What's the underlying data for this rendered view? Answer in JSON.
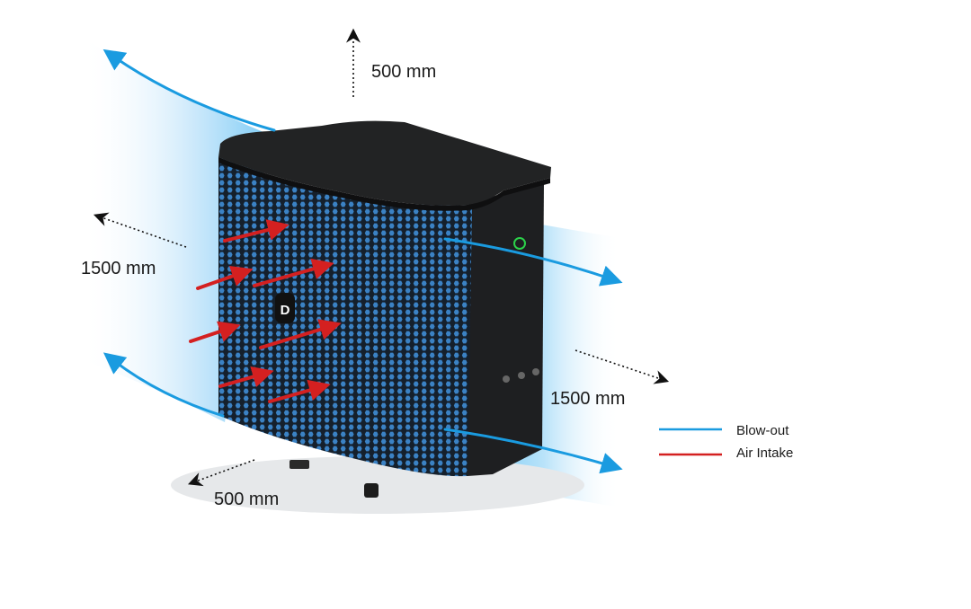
{
  "clearances": {
    "top": "500 mm",
    "left": "1500 mm",
    "right": "1500 mm",
    "bottom": "500 mm"
  },
  "legend": {
    "items": [
      {
        "label": "Blow-out",
        "color": "#1a9be0"
      },
      {
        "label": "Air Intake",
        "color": "#d42020"
      }
    ]
  },
  "logo": {
    "text": "D"
  },
  "colors": {
    "blowout": "#1a9be0",
    "intake": "#d42020",
    "mesh": "#3b82c4",
    "body": "#1c1c1c"
  }
}
